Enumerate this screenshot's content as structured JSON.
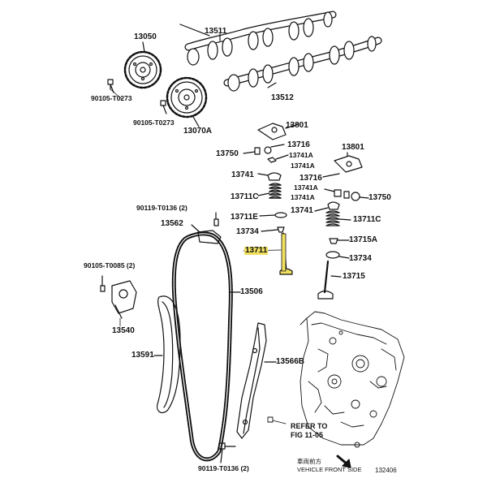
{
  "labels": {
    "p13050": "13050",
    "p13511": "13511",
    "p13512": "13512",
    "p13070A": "13070A",
    "p90105a": "90105-T0273",
    "p90105b": "90105-T0273",
    "p13801a": "13801",
    "p13716a": "13716",
    "p13750a": "13750",
    "p13741Aa": "13741A",
    "p13741Ab": "13741A",
    "p13741a": "13741",
    "p13801b": "13801",
    "p13716b": "13716",
    "p13711C_a": "13711C",
    "p13741Ac": "13741A",
    "p13741Ad": "13741A",
    "p13750b": "13750",
    "p90119a": "90119-T0136 (2)",
    "p13741b": "13741",
    "p13711C_b": "13711C",
    "p13562": "13562",
    "p13711E": "13711E",
    "p13734a": "13734",
    "p13715A": "13715A",
    "p13711": "13711",
    "p13734b": "13734",
    "p90105c": "90105-T0085 (2)",
    "p13715": "13715",
    "p13506": "13506",
    "p13540": "13540",
    "p13591": "13591",
    "p13566B": "13566B",
    "p90119b": "90119-T0136 (2)"
  },
  "notes": {
    "refer_line1": "REFER TO",
    "refer_line2": "FIG 11-05",
    "front_cjk": "車両前方",
    "front_en": "VEHICLE FRONT SIDE",
    "figure_no": "132406"
  },
  "colors": {
    "highlight": "#f0e060",
    "ink": "#111111"
  }
}
